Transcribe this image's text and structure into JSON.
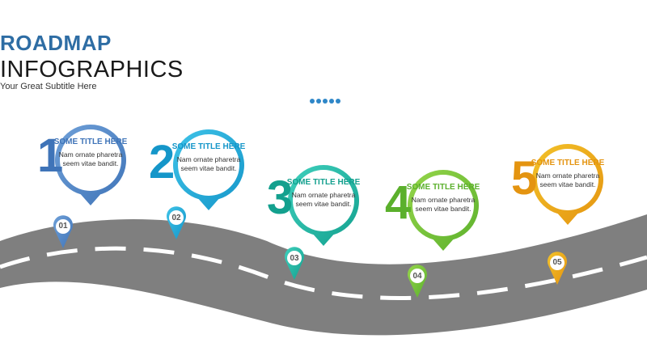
{
  "header": {
    "title_top": "ROADMAP",
    "title_main": "INFOGRAPHICS",
    "subtitle": "Your Great Subtitle Here"
  },
  "steps": [
    {
      "number": "1",
      "pin": "01",
      "title": "SOME TITLE HERE",
      "text": "Nam ornate pharetra seem vitae bandit.",
      "color": "#3f74b8",
      "color_light": "#6fa0d8"
    },
    {
      "number": "2",
      "pin": "02",
      "title": "SOME TITLE HERE",
      "text": "Nam ornate pharetra seem vitae bandit.",
      "color": "#1596c9",
      "color_light": "#3fc3e8"
    },
    {
      "number": "3",
      "pin": "03",
      "title": "SOME TITLE HERE",
      "text": "Nam ornate pharetra seem vitae bandit.",
      "color": "#13a08e",
      "color_light": "#3fd0bd"
    },
    {
      "number": "4",
      "pin": "04",
      "title": "SOME TITLE HERE",
      "text": "Nam ornate pharetra seem vitae bandit.",
      "color": "#5bb02c",
      "color_light": "#96d64b"
    },
    {
      "number": "5",
      "pin": "05",
      "title": "SOME TITLE HERE",
      "text": "Nam ornate pharetra seem vitae bandit.",
      "color": "#e49410",
      "color_light": "#f3c22a"
    }
  ],
  "colors": {
    "road": "#7f7f7f",
    "road_marking": "#ffffff",
    "title_accent": "#2e6da4",
    "dots": "#2f87c8"
  }
}
